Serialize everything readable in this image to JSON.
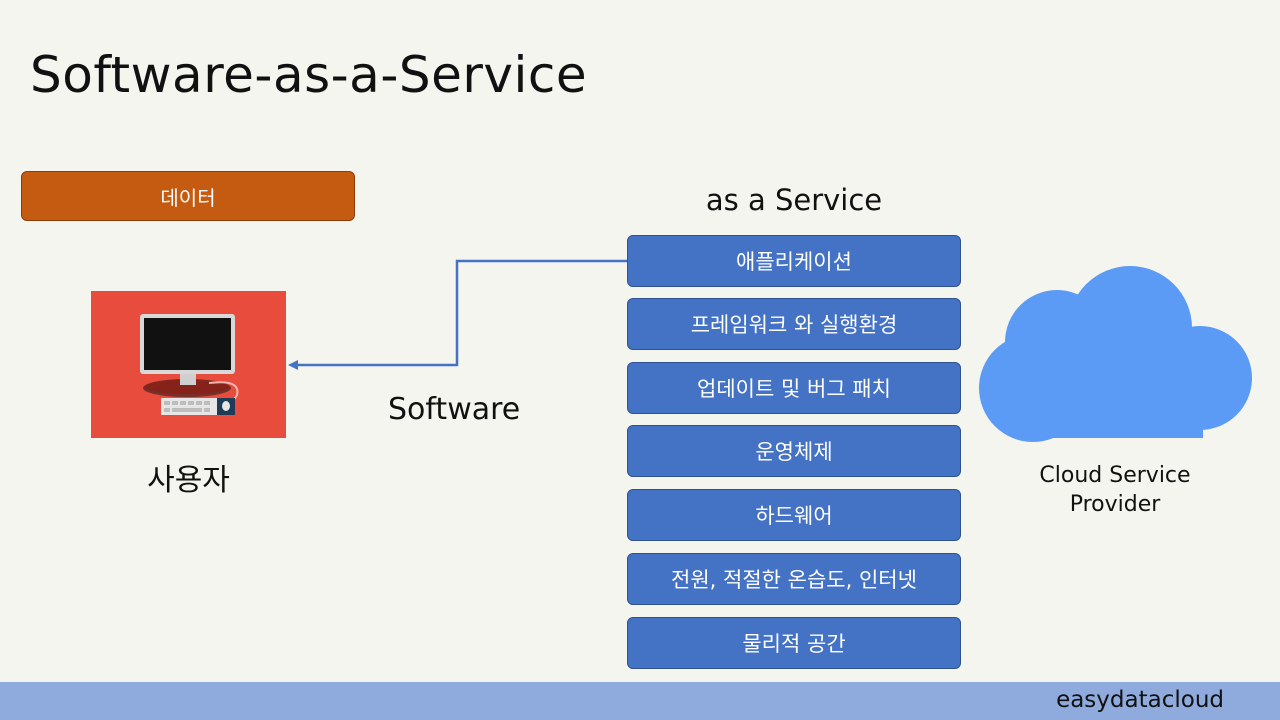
{
  "title": "Software-as-a-Service",
  "data_box": {
    "label": "데이터"
  },
  "user": {
    "label": "사용자"
  },
  "software_label": "Software",
  "stack": {
    "heading": "as a Service",
    "layers": [
      "애플리케이션",
      "프레임워크 와 실행환경",
      "업데이트 및 버그 패치",
      "운영체제",
      "하드웨어",
      "전원, 적절한 온습도, 인터넷",
      "물리적 공간"
    ]
  },
  "provider": {
    "line1": "Cloud Service",
    "line2": "Provider"
  },
  "footer": {
    "brand": "easydatacloud"
  },
  "colors": {
    "data_box": "#c55a11",
    "user_panel": "#e74c3c",
    "layer": "#4472c4",
    "cloud": "#5b9bf5",
    "connector": "#4472c4",
    "footer": "#8faadc"
  }
}
